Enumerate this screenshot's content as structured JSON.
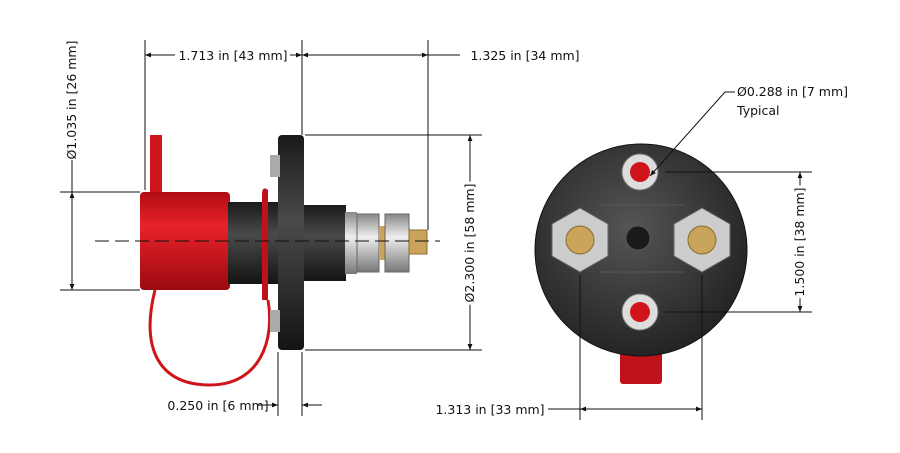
{
  "dimensions": {
    "side_length": "1.713 in [43 mm]",
    "stud_length": "1.325 in [34 mm]",
    "cap_diameter": "Ø1.035 in [26 mm]",
    "flange_diameter": "Ø2.300 in [58 mm]",
    "flange_thickness": "0.250 in [6 mm]",
    "hole_diameter": "Ø0.288 in [7 mm]",
    "hole_note": "Typical",
    "hole_spacing_vertical": "1.500 in [38 mm]",
    "hole_spacing_horizontal": "1.313 in [33 mm]"
  },
  "colors": {
    "red": "#d0141b",
    "body": "#2b2b2b",
    "brass": "#c9a45a",
    "steel": "#c8c8c8"
  }
}
